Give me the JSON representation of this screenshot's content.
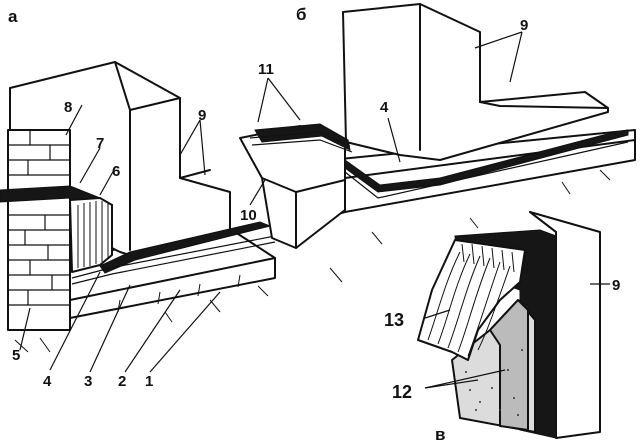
{
  "panels": {
    "a": "а",
    "b": "б",
    "v": "в"
  },
  "labels": {
    "n1": "1",
    "n2": "2",
    "n3": "3",
    "n4a": "4",
    "n4b": "4",
    "n5": "5",
    "n6": "6",
    "n7": "7",
    "n8": "8",
    "n9a": "9",
    "n9b": "9",
    "n9c": "9",
    "n10": "10",
    "n11": "11",
    "n12": "12",
    "n13": "13"
  }
}
